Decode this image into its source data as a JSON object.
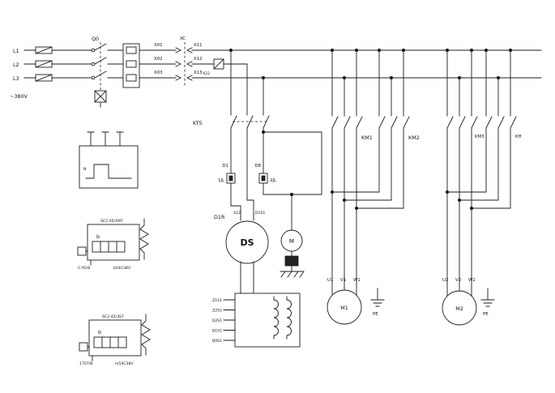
{
  "power": {
    "l1": "L1",
    "l2": "L2",
    "l3": "L3",
    "voltage": "~380V",
    "q0": "Q0"
  },
  "terminals": {
    "x01": "X01",
    "x02": "X02",
    "x03": "X03",
    "xc": "XC",
    "x11": "X11",
    "x12": "X12",
    "x13": "X13",
    "x22": "X22"
  },
  "kt": {
    "label": "KT5",
    "d1": "D1",
    "d8": "D8",
    "jl1": "1JL",
    "jl2": "2JL"
  },
  "ds": {
    "d1r": "D1R",
    "ds": "DS",
    "m": "M",
    "tag_left": "X22",
    "tag_right": "D1S1"
  },
  "taps": [
    "Z1S1",
    "Z2S1",
    "Q2S1",
    "Q1S1",
    "Q0S1"
  ],
  "contactors": {
    "km1": "KM1",
    "km2": "KM2",
    "km3": "KM3",
    "kh": "KH"
  },
  "motor1": {
    "u": "U1",
    "v": "V1",
    "w": "W1",
    "label": "M1",
    "pe": "PE"
  },
  "motor2": {
    "u": "U2",
    "v": "V2",
    "w": "W2",
    "label": "M2",
    "pe": "PE"
  },
  "meter": {
    "n": "N"
  },
  "relay1": {
    "model": "SC2-05/1M7",
    "code": "b",
    "note_left": "C-YD-B",
    "note_right": "b54C38V"
  },
  "relay2": {
    "model": "SC2-42/3S7",
    "code": "b",
    "note_left": "1707/B",
    "note_right": "m54C38V"
  }
}
